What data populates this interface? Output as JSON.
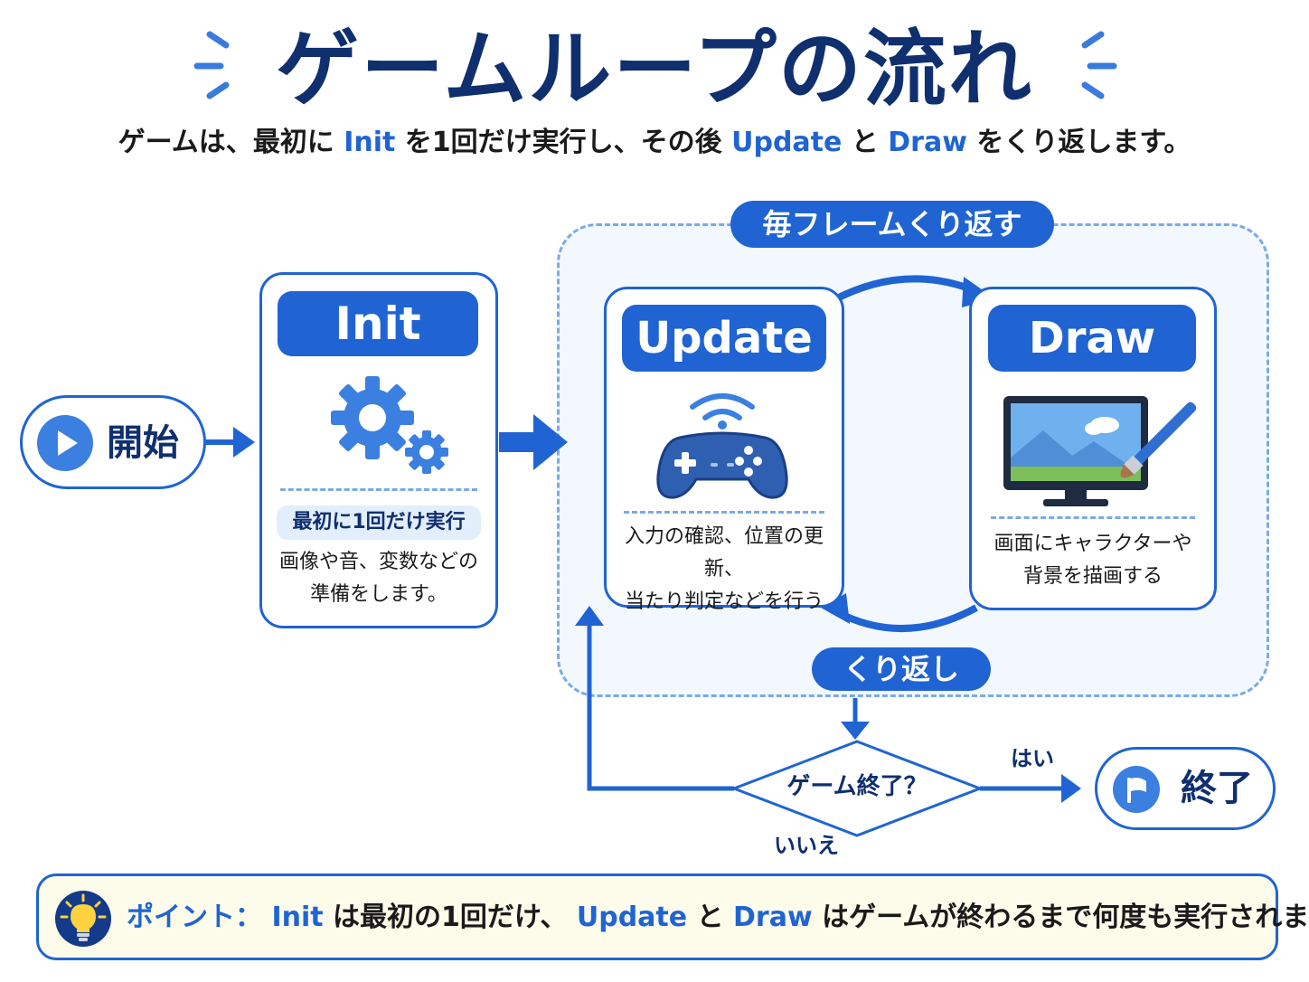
{
  "header": {
    "title": "ゲームループの流れ",
    "subtitle": {
      "p1": "ゲームは、最初に ",
      "kw_init": "Init",
      "p2": " を1回だけ実行し、その後 ",
      "kw_update": "Update",
      "p3": " と ",
      "kw_draw": "Draw",
      "p4": " をくり返します。"
    }
  },
  "start": {
    "label": "開始",
    "icon": "play-icon"
  },
  "init": {
    "title": "Init",
    "icon": "gears-icon",
    "badge": "最初に1回だけ実行",
    "desc_line1": "画像や音、変数などの",
    "desc_line2": "準備をします。"
  },
  "loop": {
    "label": "毎フレームくり返す",
    "repeat_label": "くり返し"
  },
  "update": {
    "title": "Update",
    "icon": "gamepad-icon",
    "desc_line1": "入力の確認、位置の更新、",
    "desc_line2": "当たり判定などを行う"
  },
  "draw": {
    "title": "Draw",
    "icon": "monitor-brush-icon",
    "desc_line1": "画面にキャラクターや",
    "desc_line2": "背景を描画する"
  },
  "decision": {
    "label": "ゲーム終了？",
    "yes": "はい",
    "no": "いいえ"
  },
  "end": {
    "label": "終了",
    "icon": "flag-icon"
  },
  "point": {
    "icon": "lightbulb-icon",
    "heading": "ポイント：",
    "kw_init": "Init",
    "t1": " は最初の1回だけ、 ",
    "kw_update": "Update",
    "t2": " と ",
    "kw_draw": "Draw",
    "t3": " はゲームが終わるまで何度も実行されます。"
  },
  "colors": {
    "primary": "#1f64d2",
    "navy": "#0f2f6e",
    "dashed": "#7aaae8",
    "loop_bg": "#f3f8ff",
    "point_bg": "#fdfbea"
  }
}
